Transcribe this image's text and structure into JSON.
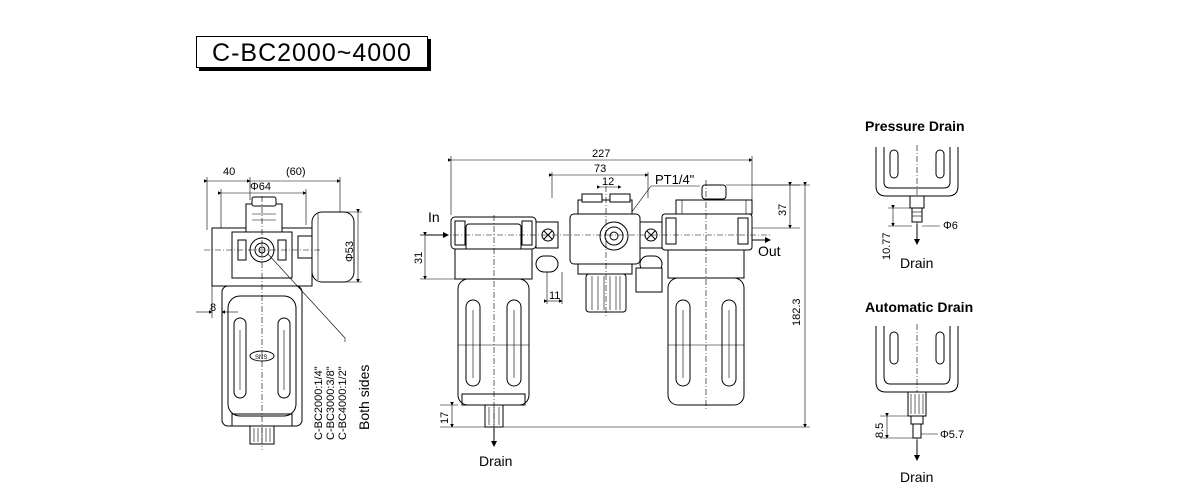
{
  "title": "C-BC2000~4000",
  "side_view": {
    "dim_width": "40",
    "dim_width_ref": "(60)",
    "dim_diameter": "Φ64",
    "dim_gauge_diameter": "Φ53",
    "dim_offset": "8",
    "port_sizes": [
      "C-BC2000:1/4\"",
      "C-BC3000:3/8\"",
      "C-BC4000:1/2\""
    ],
    "both_sides": "Both sides",
    "logo": "SNS"
  },
  "front_view": {
    "dim_total_width": "227",
    "dim_center_width": "73",
    "dim_port_width": "12",
    "gauge_port": "PT1/4\"",
    "dim_right_height": "37",
    "dim_inlet_height": "31",
    "dim_total_height": "182.3",
    "dim_drain_height": "17",
    "dim_small": "11",
    "inlet_label": "In",
    "outlet_label": "Out",
    "drain_label": "Drain"
  },
  "pressure_drain": {
    "heading": "Pressure Drain",
    "dim_height": "10.77",
    "dim_diameter": "Φ6",
    "drain_label": "Drain"
  },
  "automatic_drain": {
    "heading": "Automatic Drain",
    "dim_height": "8.5",
    "dim_diameter": "Φ5.7",
    "drain_label": "Drain"
  }
}
